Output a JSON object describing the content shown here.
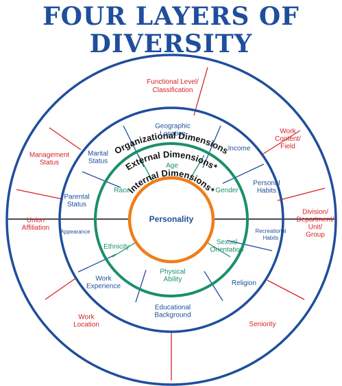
{
  "title": {
    "line1": "FOUR LAYERS OF",
    "line2": "DIVERSITY"
  },
  "colors": {
    "blue": "#1f4e9c",
    "red": "#d62226",
    "green": "#1b8f6a",
    "orange": "#ef7d1a"
  },
  "layers": {
    "organizational": {
      "title": "Organizational Dimensions",
      "items": {
        "functional": [
          "Functional Level/",
          "Classification"
        ],
        "work_content": [
          "Work",
          "Content/",
          "Field"
        ],
        "division": [
          "Division/",
          "Department/",
          "Unit/",
          "Group"
        ],
        "seniority": [
          "Seniority"
        ],
        "work_location": [
          "Work",
          "Location"
        ],
        "union": [
          "Union",
          "Affiliation"
        ],
        "management": [
          "Management",
          "Status"
        ]
      }
    },
    "external": {
      "title": "External Dimensions*",
      "items": {
        "geographic": [
          "Geographic",
          "Location"
        ],
        "income": [
          "Income"
        ],
        "personal_habits": [
          "Personal",
          "Habits"
        ],
        "recreational": [
          "Recreational",
          "Habits"
        ],
        "religion": [
          "Religion"
        ],
        "education": [
          "Educational",
          "Background"
        ],
        "work_experience": [
          "Work",
          "Experience"
        ],
        "appearance": [
          "Appearance"
        ],
        "parental": [
          "Parental",
          "Status"
        ],
        "marital": [
          "Marital",
          "Status"
        ]
      }
    },
    "internal": {
      "title": "Internal Dimensions*",
      "items": {
        "age": [
          "Age"
        ],
        "gender": [
          "Gender"
        ],
        "sexual_orientation": [
          "Sexual",
          "Orientation"
        ],
        "physical_ability": [
          "Physical",
          "Ability"
        ],
        "ethnicity": [
          "Ethnicity"
        ],
        "race": [
          "Race"
        ]
      }
    },
    "core": {
      "label": "Personality"
    }
  }
}
